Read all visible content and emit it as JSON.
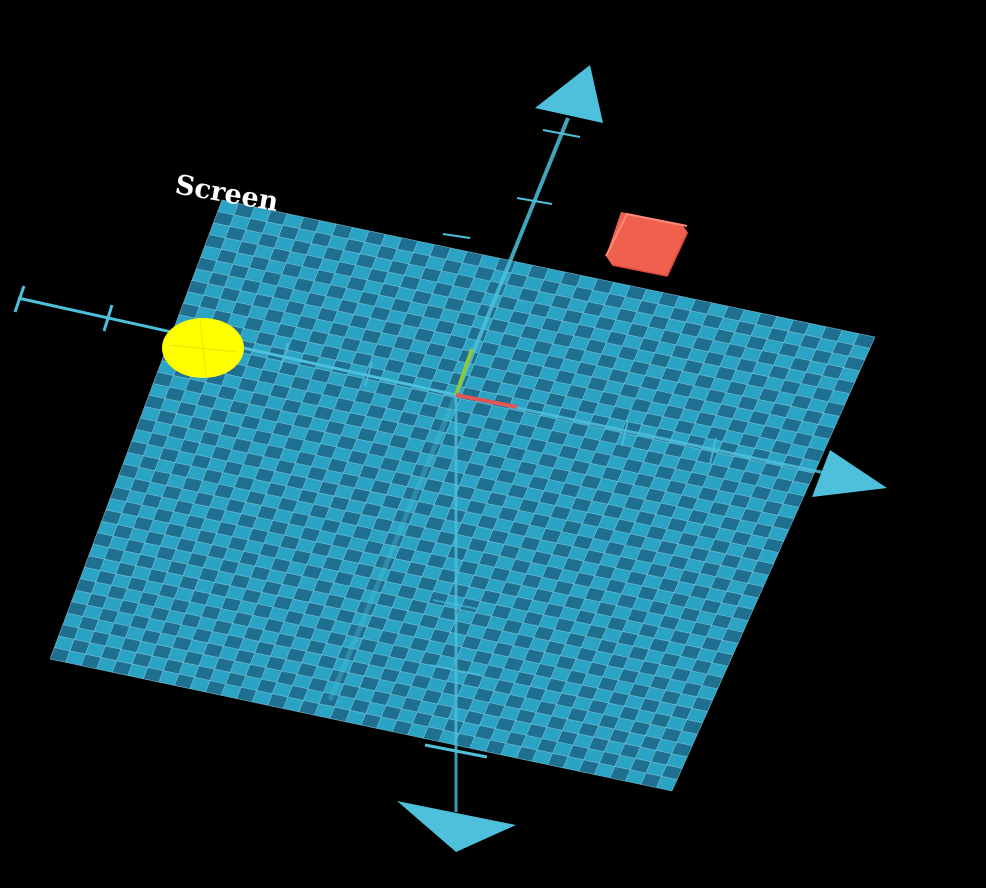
{
  "scene": {
    "label": "Screen",
    "grid": {
      "rows": 40,
      "cols": 40
    },
    "colors": {
      "background": "#000000",
      "tile_light": "#2aa3c4",
      "tile_dark": "#1f6f90",
      "grid_line": "#8fd3e6",
      "axis": "#4fc0dc",
      "sun": "#ffff00",
      "cube": "#f0604f",
      "cube_edge": "#ff8a78",
      "gizmo_x": "#e05555",
      "gizmo_y": "#8dc63f",
      "label": "#ffffff"
    },
    "objects": {
      "sun": "yellow-sphere",
      "cube": "red-box",
      "gizmo": "origin-gizmo"
    },
    "icons": [
      "arrow-up-icon",
      "arrow-right-icon",
      "arrow-down-icon"
    ]
  }
}
